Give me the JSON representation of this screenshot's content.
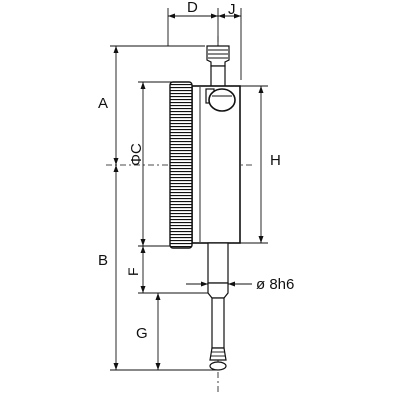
{
  "labels": {
    "d": "D",
    "j": "J",
    "a": "A",
    "b": "B",
    "c": "ΦC",
    "h": "H",
    "f": "F",
    "g": "G",
    "stem": "ø 8h6"
  }
}
